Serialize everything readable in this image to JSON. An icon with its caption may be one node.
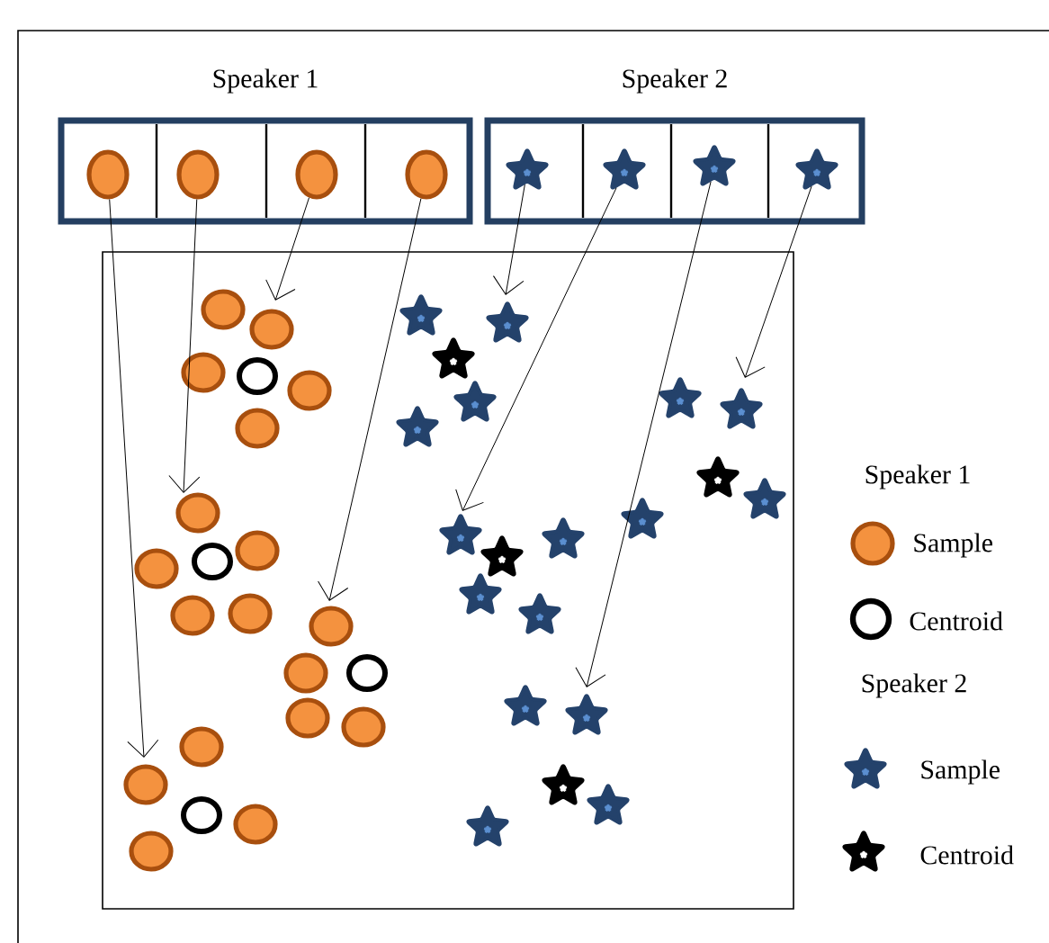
{
  "diagram": {
    "nodes": [
      {
        "text": [
          "Speaker 1"
        ]
      },
      {
        "text": [],
        "shape": "circle",
        "in": 0
      },
      {
        "text": [],
        "shape": "circle",
        "in": 0
      },
      {
        "text": [],
        "shape": "circle",
        "in": 0
      },
      {
        "text": [],
        "shape": "circle",
        "in": 0
      },
      {
        "text": [
          "Speaker 2"
        ]
      },
      {
        "text": [],
        "shape": "star",
        "in": 5
      },
      {
        "text": [],
        "shape": "star",
        "in": 5
      },
      {
        "text": [],
        "shape": "star",
        "in": 5
      },
      {
        "text": [],
        "shape": "star",
        "in": 5
      }
    ],
    "edges": [
      {
        "from": 1,
        "to": null,
        "arrow": "to"
      },
      {
        "from": 2,
        "to": null,
        "arrow": "to"
      },
      {
        "from": 3,
        "to": null,
        "arrow": "to"
      },
      {
        "from": 4,
        "to": null,
        "arrow": "to"
      },
      {
        "from": 6,
        "to": null,
        "arrow": "to"
      },
      {
        "from": 7,
        "to": null,
        "arrow": "to"
      },
      {
        "from": 8,
        "to": null,
        "arrow": "to"
      },
      {
        "from": 9,
        "to": null,
        "arrow": "to"
      }
    ],
    "labels": [
      "Speaker 1",
      "Speaker 2"
    ],
    "legend": [
      {
        "text": "Sample"
      },
      {
        "text": "Centroid"
      },
      {
        "text": "Sample"
      },
      {
        "text": "Centroid"
      }
    ]
  }
}
